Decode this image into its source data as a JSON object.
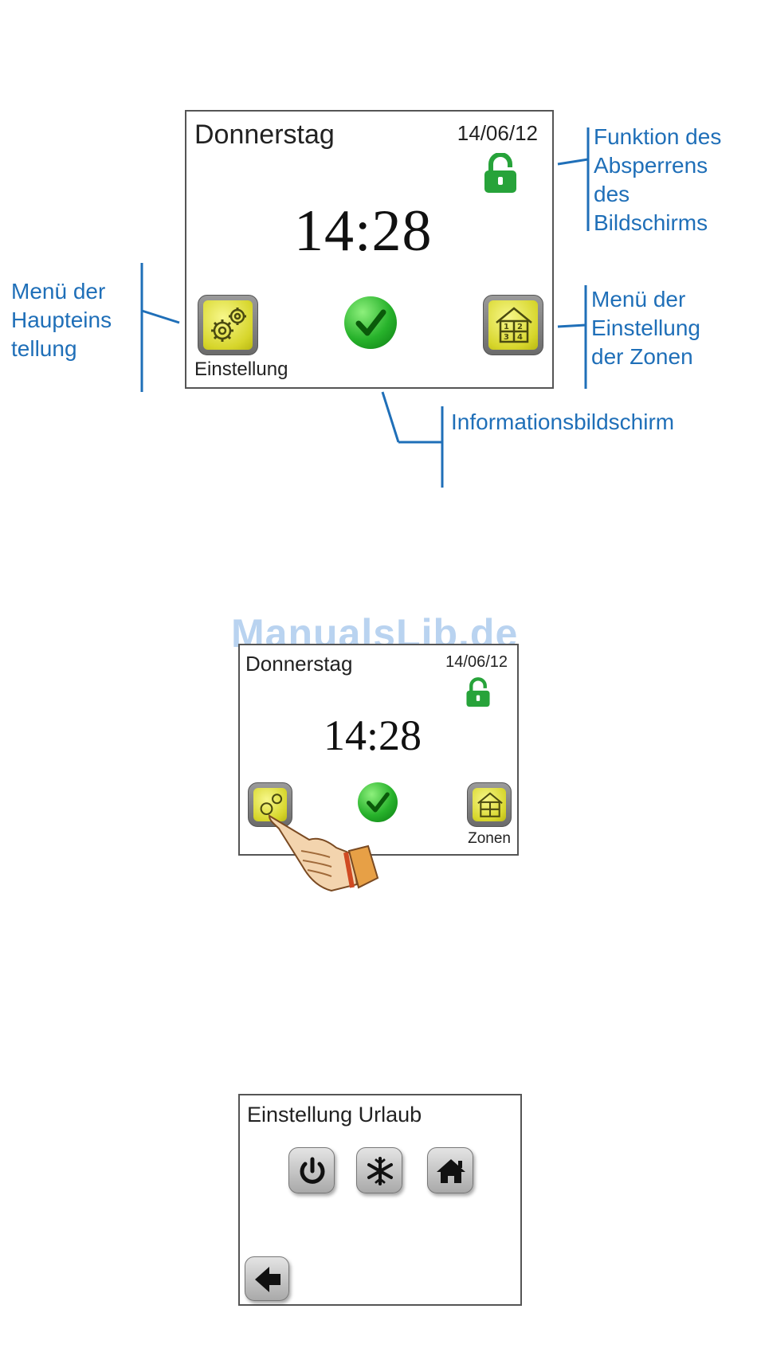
{
  "screen1": {
    "day": "Donnerstag",
    "date": "14/06/12",
    "time": "14:28",
    "settings_label": "Einstellung"
  },
  "annotations": {
    "lock_function": [
      "Funktion des",
      "Absperrens",
      "des",
      "Bildschirms"
    ],
    "main_menu": [
      "Menü der",
      "Haupteins",
      "tellung"
    ],
    "zone_menu": [
      "Menü der",
      "Einstellung",
      "der Zonen"
    ],
    "info_screen": "Informationsbildschirm"
  },
  "watermark": "ManualsLib.de",
  "screen2": {
    "day": "Donnerstag",
    "date": "14/06/12",
    "time": "14:28",
    "zones_label": "Zonen"
  },
  "screen3": {
    "title": "Einstellung Urlaub"
  },
  "icons": {
    "lock": "padlock-open-icon",
    "settings": "gears-icon",
    "zones": "house-zones-icon",
    "confirm": "checkmark-icon",
    "power": "power-icon",
    "frost": "snowflake-icon",
    "home": "house-icon",
    "back": "arrow-left-icon",
    "hand": "pointing-hand-icon"
  },
  "colors": {
    "annotation": "#1f6fb8",
    "lock_green": "#27a33a",
    "check_green": "#27b22b",
    "button_yellow": "#d7d62c"
  }
}
